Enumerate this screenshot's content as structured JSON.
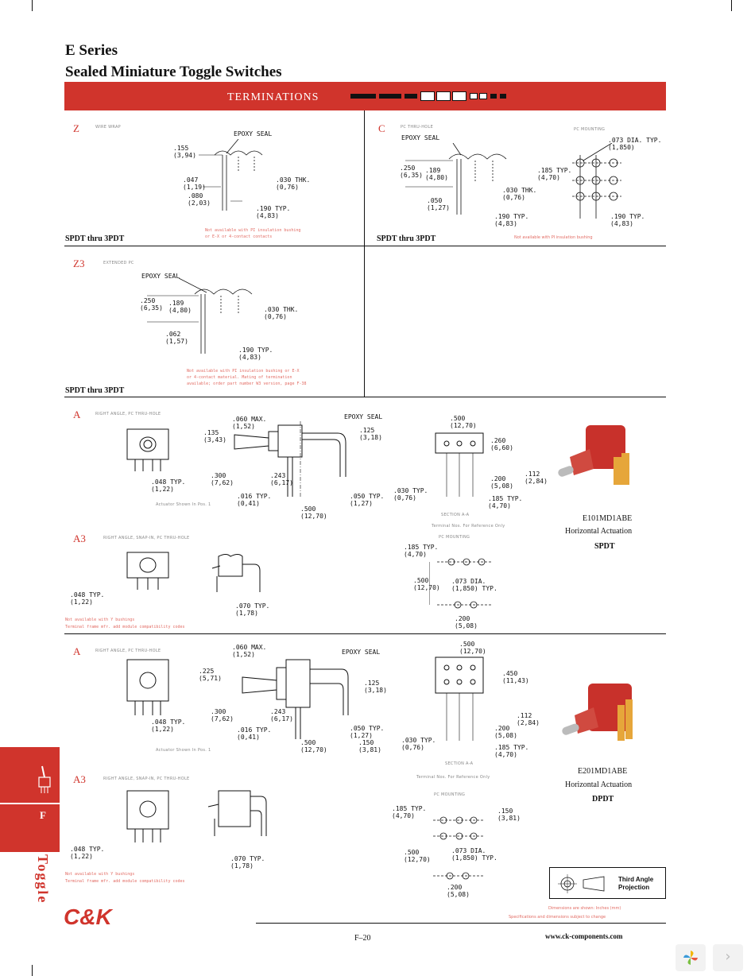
{
  "header": {
    "series": "E Series",
    "subtitle": "Sealed Miniature Toggle Switches",
    "section": "TERMINATIONS"
  },
  "panels": {
    "z": {
      "code": "Z",
      "label": "WIRE WRAP",
      "seal": "EPOXY SEAL",
      "dims": [
        ".155\n(3,94)",
        ".047\n(1,19)",
        ".080\n(2,03)",
        ".030 THK.\n(0,76)",
        ".190 TYP.\n(4,83)"
      ],
      "note": "Not available with PI insulation bushing\nor E-X or 4-contact contacts",
      "caption": "SPDT thru 3PDT"
    },
    "c": {
      "code": "C",
      "label": "PC THRU-HOLE",
      "seal": "EPOXY SEAL",
      "dims": [
        ".250\n(6,35)",
        ".189\n(4,80)",
        ".050\n(1,27)",
        ".030 THK.\n(0,76)",
        ".190 TYP.\n(4,83)"
      ],
      "pc_label": "PC MOUNTING",
      "pc_dims": [
        ".073 DIA. TYP.\n(1,850)",
        ".185 TYP.\n(4,70)",
        ".190 TYP.\n(4,83)"
      ],
      "note": "Not available with PI insulation bushing",
      "caption": "SPDT thru 3PDT"
    },
    "z3": {
      "code": "Z3",
      "label": "EXTENDED PC",
      "seal": "EPOXY SEAL",
      "dims": [
        ".250\n(6,35)",
        ".189\n(4,80)",
        ".062\n(1,57)",
        ".030 THK.\n(0,76)",
        ".190 TYP.\n(4,83)"
      ],
      "note": "Not available with PI insulation bushing or E-X\nor 4-contact material. Mating of termination\navailable; order part number W3 version, page F-38",
      "caption": "SPDT thru 3PDT"
    }
  },
  "spdt": {
    "a": {
      "code": "A",
      "label": "RIGHT ANGLE, PC THRU-HOLE",
      "seal": "EPOXY SEAL",
      "dims": [
        ".060 MAX.\n(1,52)",
        ".135\n(3,43)",
        ".125\n(3,18)",
        ".300\n(7,62)",
        ".243\n(6,17)",
        ".048 TYP.\n(1,22)",
        ".016 TYP.\n(0,41)",
        ".500\n(12,70)",
        ".050 TYP.\n(1,27)"
      ],
      "actuator_note": "Actuator Shown In Pos. 1",
      "right_dims": [
        ".500\n(12,70)",
        ".260\n(6,60)",
        ".112\n(2,84)",
        ".200\n(5,08)",
        ".030 TYP.\n(0,76)",
        ".185 TYP.\n(4,70)"
      ],
      "right_note": "Terminal Nos. For Reference Only",
      "right_small": "SECTION A-A"
    },
    "a3": {
      "code": "A3",
      "label": "RIGHT ANGLE, SNAP-IN, PC THRU-HOLE",
      "dims": [
        ".048 TYP.\n(1,22)",
        ".070 TYP.\n(1,78)"
      ],
      "pc_label": "PC MOUNTING",
      "pc_dims": [
        ".185 TYP.\n(4,70)",
        ".500\n(12,70)",
        ".073 DIA.\n(1,850) TYP.",
        ".200\n(5,08)"
      ],
      "note": "Not available with Y bushings\nTerminal frame mfr. add module compatibility codes"
    },
    "product": {
      "part": "E101MD1ABE",
      "actuation": "Horizontal Actuation",
      "pole": "SPDT"
    }
  },
  "dpdt": {
    "a": {
      "code": "A",
      "label": "RIGHT ANGLE, PC THRU-HOLE",
      "seal": "EPOXY SEAL",
      "dims": [
        ".060 MAX.\n(1,52)",
        ".225\n(5,71)",
        ".125\n(3,18)",
        ".300\n(7,62)",
        ".243\n(6,17)",
        ".048 TYP.\n(1,22)",
        ".016 TYP.\n(0,41)",
        ".500\n(12,70)",
        ".150\n(3,81)",
        ".050 TYP.\n(1,27)"
      ],
      "actuator_note": "Actuator Shown In Pos. 1",
      "right_dims": [
        ".500\n(12,70)",
        ".450\n(11,43)",
        ".112\n(2,84)",
        ".200\n(5,08)",
        ".030 TYP.\n(0,76)",
        ".185 TYP.\n(4,70)"
      ],
      "right_note": "Terminal Nos. For Reference Only",
      "right_small": "SECTION A-A"
    },
    "a3": {
      "code": "A3",
      "label": "RIGHT ANGLE, SNAP-IN, PC THRU-HOLE",
      "dims": [
        ".048 TYP.\n(1,22)",
        ".070 TYP.\n(1,78)"
      ],
      "pc_label": "PC MOUNTING",
      "pc_dims": [
        ".185 TYP.\n(4,70)",
        ".150\n(3,81)",
        ".500\n(12,70)",
        ".073 DIA.\n(1,850) TYP.",
        ".200\n(5,08)"
      ],
      "note": "Not available with Y bushings\nTerminal frame mfr. add module compatibility codes"
    },
    "product": {
      "part": "E201MD1ABE",
      "actuation": "Horizontal Actuation",
      "pole": "DPDT"
    }
  },
  "projection": {
    "label": "Third Angle\nProjection"
  },
  "footer": {
    "small_note1": "Dimensions are shown: Inches (mm)",
    "small_note2": "Specifications and dimensions subject to change",
    "page": "F–20",
    "url": "www.ck-components.com",
    "logo": "C&K"
  },
  "sidebar": {
    "tab": "F",
    "vertical": "Toggle"
  },
  "colors": {
    "brand_red": "#d0342c",
    "note_pink": "#e26b63"
  }
}
